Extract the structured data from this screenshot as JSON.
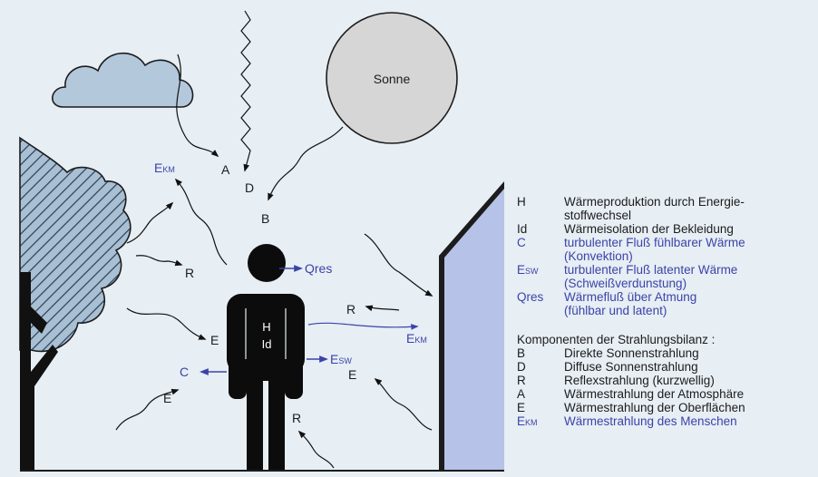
{
  "diagram": {
    "sun_label": "Sonne",
    "body_labels": {
      "h": "H",
      "id": "Id"
    },
    "arrows": {
      "ekm_left": {
        "main": "E",
        "sub": "KM"
      },
      "a": "A",
      "d": "D",
      "b": "B",
      "r_tree": "R",
      "qres": "Qres",
      "r_wall": "R",
      "ekm_right": {
        "main": "E",
        "sub": "KM"
      },
      "e_left": "E",
      "esw": {
        "main": "E",
        "sub": "SW"
      },
      "e_wall": "E",
      "c": "C",
      "e_low": "E",
      "r_ground": "R"
    }
  },
  "legend": {
    "items": [
      {
        "key": "H",
        "lines": [
          "Wärmeproduktion durch Energie-",
          "stoffwechsel"
        ],
        "blue": false
      },
      {
        "key": "Id",
        "lines": [
          "Wärmeisolation der Bekleidung"
        ],
        "blue": false
      },
      {
        "key": "C",
        "lines": [
          "turbulenter Fluß fühlbarer Wärme",
          "(Konvektion)"
        ],
        "blue": true
      },
      {
        "key_main": "E",
        "key_sub": "SW",
        "lines": [
          "turbulenter Fluß latenter Wärme",
          "(Schweißverdunstung)"
        ],
        "blue": true
      },
      {
        "key": "Qres",
        "lines": [
          "Wärmefluß über Atmung",
          "(fühlbar und latent)"
        ],
        "blue": true
      }
    ],
    "subheading": "Komponenten der Strahlungsbilanz :",
    "components": [
      {
        "key": "B",
        "text": "Direkte Sonnenstrahlung",
        "blue": false
      },
      {
        "key": "D",
        "text": "Diffuse Sonnenstrahlung",
        "blue": false
      },
      {
        "key": "R",
        "text": "Reflexstrahlung (kurzwellig)",
        "blue": false
      },
      {
        "key": "A",
        "text": "Wärmestrahlung der Atmosphäre",
        "blue": false
      },
      {
        "key": "E",
        "text": "Wärmestrahlung der Oberflächen",
        "blue": false
      },
      {
        "key_main": "E",
        "key_sub": "KM",
        "text": "Wärmestrahlung des Menschen",
        "blue": true
      }
    ]
  },
  "colors": {
    "background": "#e7eef4",
    "ink": "#1c1c1c",
    "accent": "#3b43a8",
    "sun_fill": "#d6d6d6",
    "cloud_fill": "#b4c8dc",
    "tree_fill": "#a9bfd2",
    "wall_fill": "#b6c2e8"
  }
}
